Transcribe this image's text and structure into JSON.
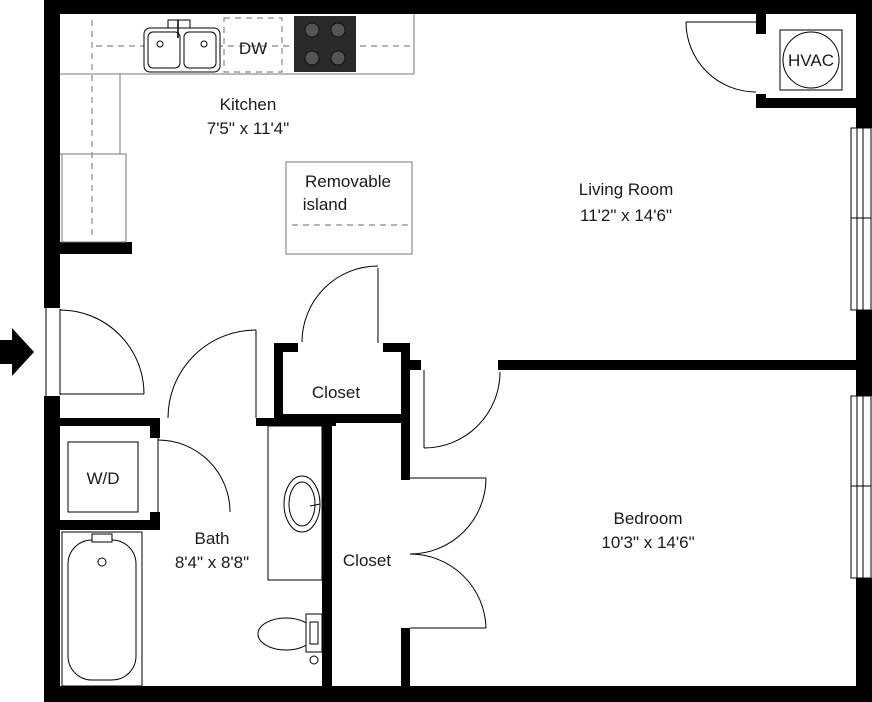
{
  "rooms": {
    "kitchen": {
      "name": "Kitchen",
      "dims": "7'5\" x 11'4\""
    },
    "living": {
      "name": "Living Room",
      "dims": "11'2\" x 14'6\""
    },
    "bedroom": {
      "name": "Bedroom",
      "dims": "10'3\" x 14'6\""
    },
    "bath": {
      "name": "Bath",
      "dims": "8'4\" x 8'8\""
    },
    "closet1": {
      "name": "Closet"
    },
    "closet2": {
      "name": "Closet"
    }
  },
  "fixtures": {
    "dishwasher": "DW",
    "hvac": "HVAC",
    "washer_dryer": "W/D",
    "island_line1": "Removable",
    "island_line2": "island"
  },
  "colors": {
    "wall": "#000000",
    "background": "#ffffff",
    "dashed": "#888888"
  }
}
